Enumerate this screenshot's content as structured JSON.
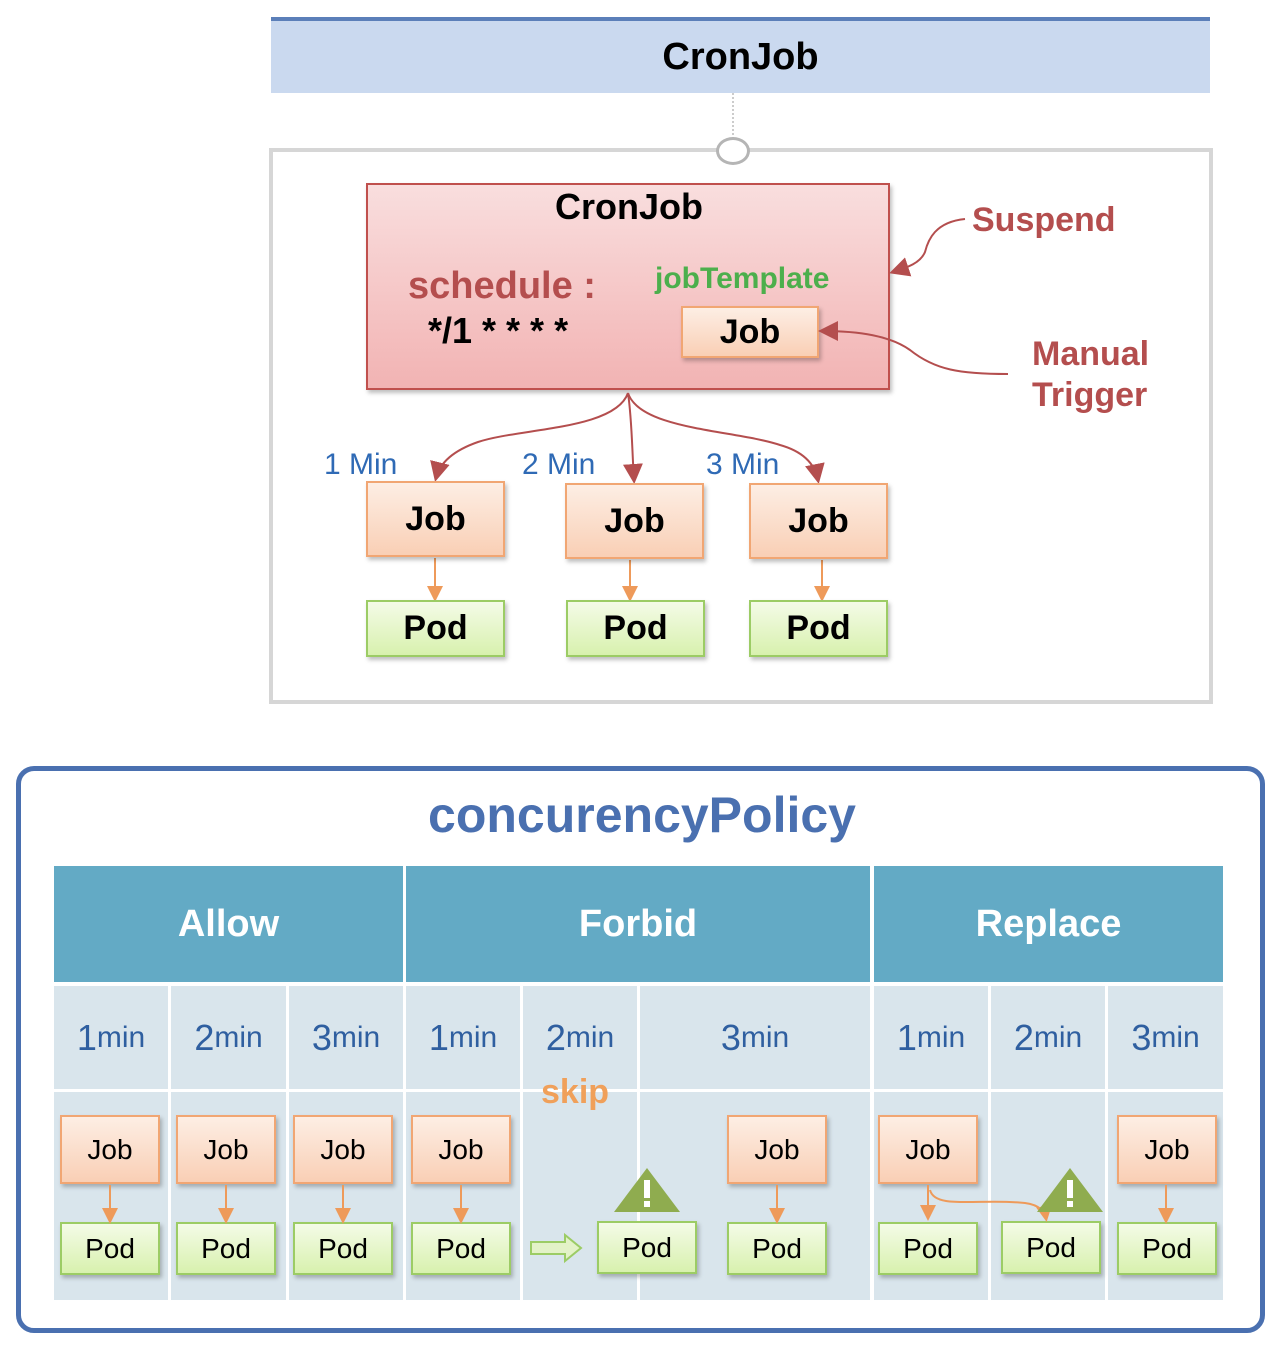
{
  "diagram": {
    "top_title": "CronJob",
    "cronjob_card": {
      "title": "CronJob",
      "schedule_label": "schedule :",
      "schedule_value": "*/1 * * * *",
      "job_template_label": "jobTemplate",
      "template_job": "Job"
    },
    "side_labels": {
      "suspend": "Suspend",
      "manual_line1": "Manual",
      "manual_line2": "Trigger"
    },
    "runs": [
      {
        "time": "1 Min",
        "job": "Job",
        "pod": "Pod"
      },
      {
        "time": "2 Min",
        "job": "Job",
        "pod": "Pod"
      },
      {
        "time": "3 Min",
        "job": "Job",
        "pod": "Pod"
      }
    ],
    "policy": {
      "title": "concurencyPolicy",
      "columns": [
        "Allow",
        "Forbid",
        "Replace"
      ],
      "minutes": [
        {
          "n": "1",
          "u": "min"
        },
        {
          "n": "2",
          "u": "min"
        },
        {
          "n": "3",
          "u": "min"
        },
        {
          "n": "1",
          "u": "min"
        },
        {
          "n": "2",
          "u": "min"
        },
        {
          "n": "3",
          "u": "min"
        },
        {
          "n": "1",
          "u": "min"
        },
        {
          "n": "2",
          "u": "min"
        },
        {
          "n": "3",
          "u": "min"
        }
      ],
      "skip_label": "skip",
      "job_label": "Job",
      "pod_label": "Pod"
    },
    "colors": {
      "header_blue": "#63aac5",
      "panel_border": "#4a70b0",
      "card_red": "#c0504d",
      "job_orange": "#f1a673",
      "pod_green": "#9ccc65",
      "warning_green": "#8fac4f",
      "label_blue": "#2f6ab5",
      "label_red": "#b44e4e"
    }
  }
}
